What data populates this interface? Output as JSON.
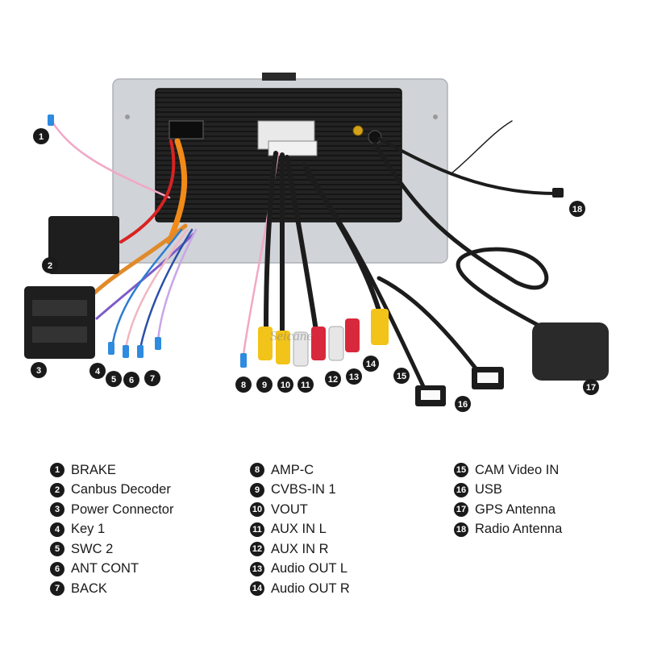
{
  "brand": {
    "watermark": "Seicane"
  },
  "callouts": [
    "1",
    "2",
    "3",
    "4",
    "5",
    "6",
    "7",
    "8",
    "9",
    "10",
    "11",
    "12",
    "13",
    "14",
    "15",
    "16",
    "17",
    "18"
  ],
  "legend": {
    "col1": [
      {
        "num": "1",
        "label": "BRAKE"
      },
      {
        "num": "2",
        "label": "Canbus Decoder"
      },
      {
        "num": "3",
        "label": "Power Connector"
      },
      {
        "num": "4",
        "label": "Key 1"
      },
      {
        "num": "5",
        "label": "SWC 2"
      },
      {
        "num": "6",
        "label": "ANT CONT"
      },
      {
        "num": "7",
        "label": "BACK"
      }
    ],
    "col2": [
      {
        "num": "8",
        "label": "AMP-C"
      },
      {
        "num": "9",
        "label": "CVBS-IN 1"
      },
      {
        "num": "10",
        "label": "VOUT"
      },
      {
        "num": "11",
        "label": "AUX IN L"
      },
      {
        "num": "12",
        "label": "AUX IN R"
      },
      {
        "num": "13",
        "label": "Audio OUT L"
      },
      {
        "num": "14",
        "label": "Audio OUT R"
      }
    ],
    "col3": [
      {
        "num": "15",
        "label": "CAM Video IN"
      },
      {
        "num": "16",
        "label": "USB"
      },
      {
        "num": "17",
        "label": "GPS Antenna"
      },
      {
        "num": "18",
        "label": "Radio Antenna"
      }
    ]
  },
  "colors": {
    "rca_yellow": "#f2c318",
    "rca_white": "#e6e6e6",
    "rca_red": "#d8283c",
    "cable_black": "#1c1c1c",
    "head_unit_frame": "#d0d3d7"
  },
  "icons": {
    "connector_tip": "blue-pin-tip-icon"
  }
}
